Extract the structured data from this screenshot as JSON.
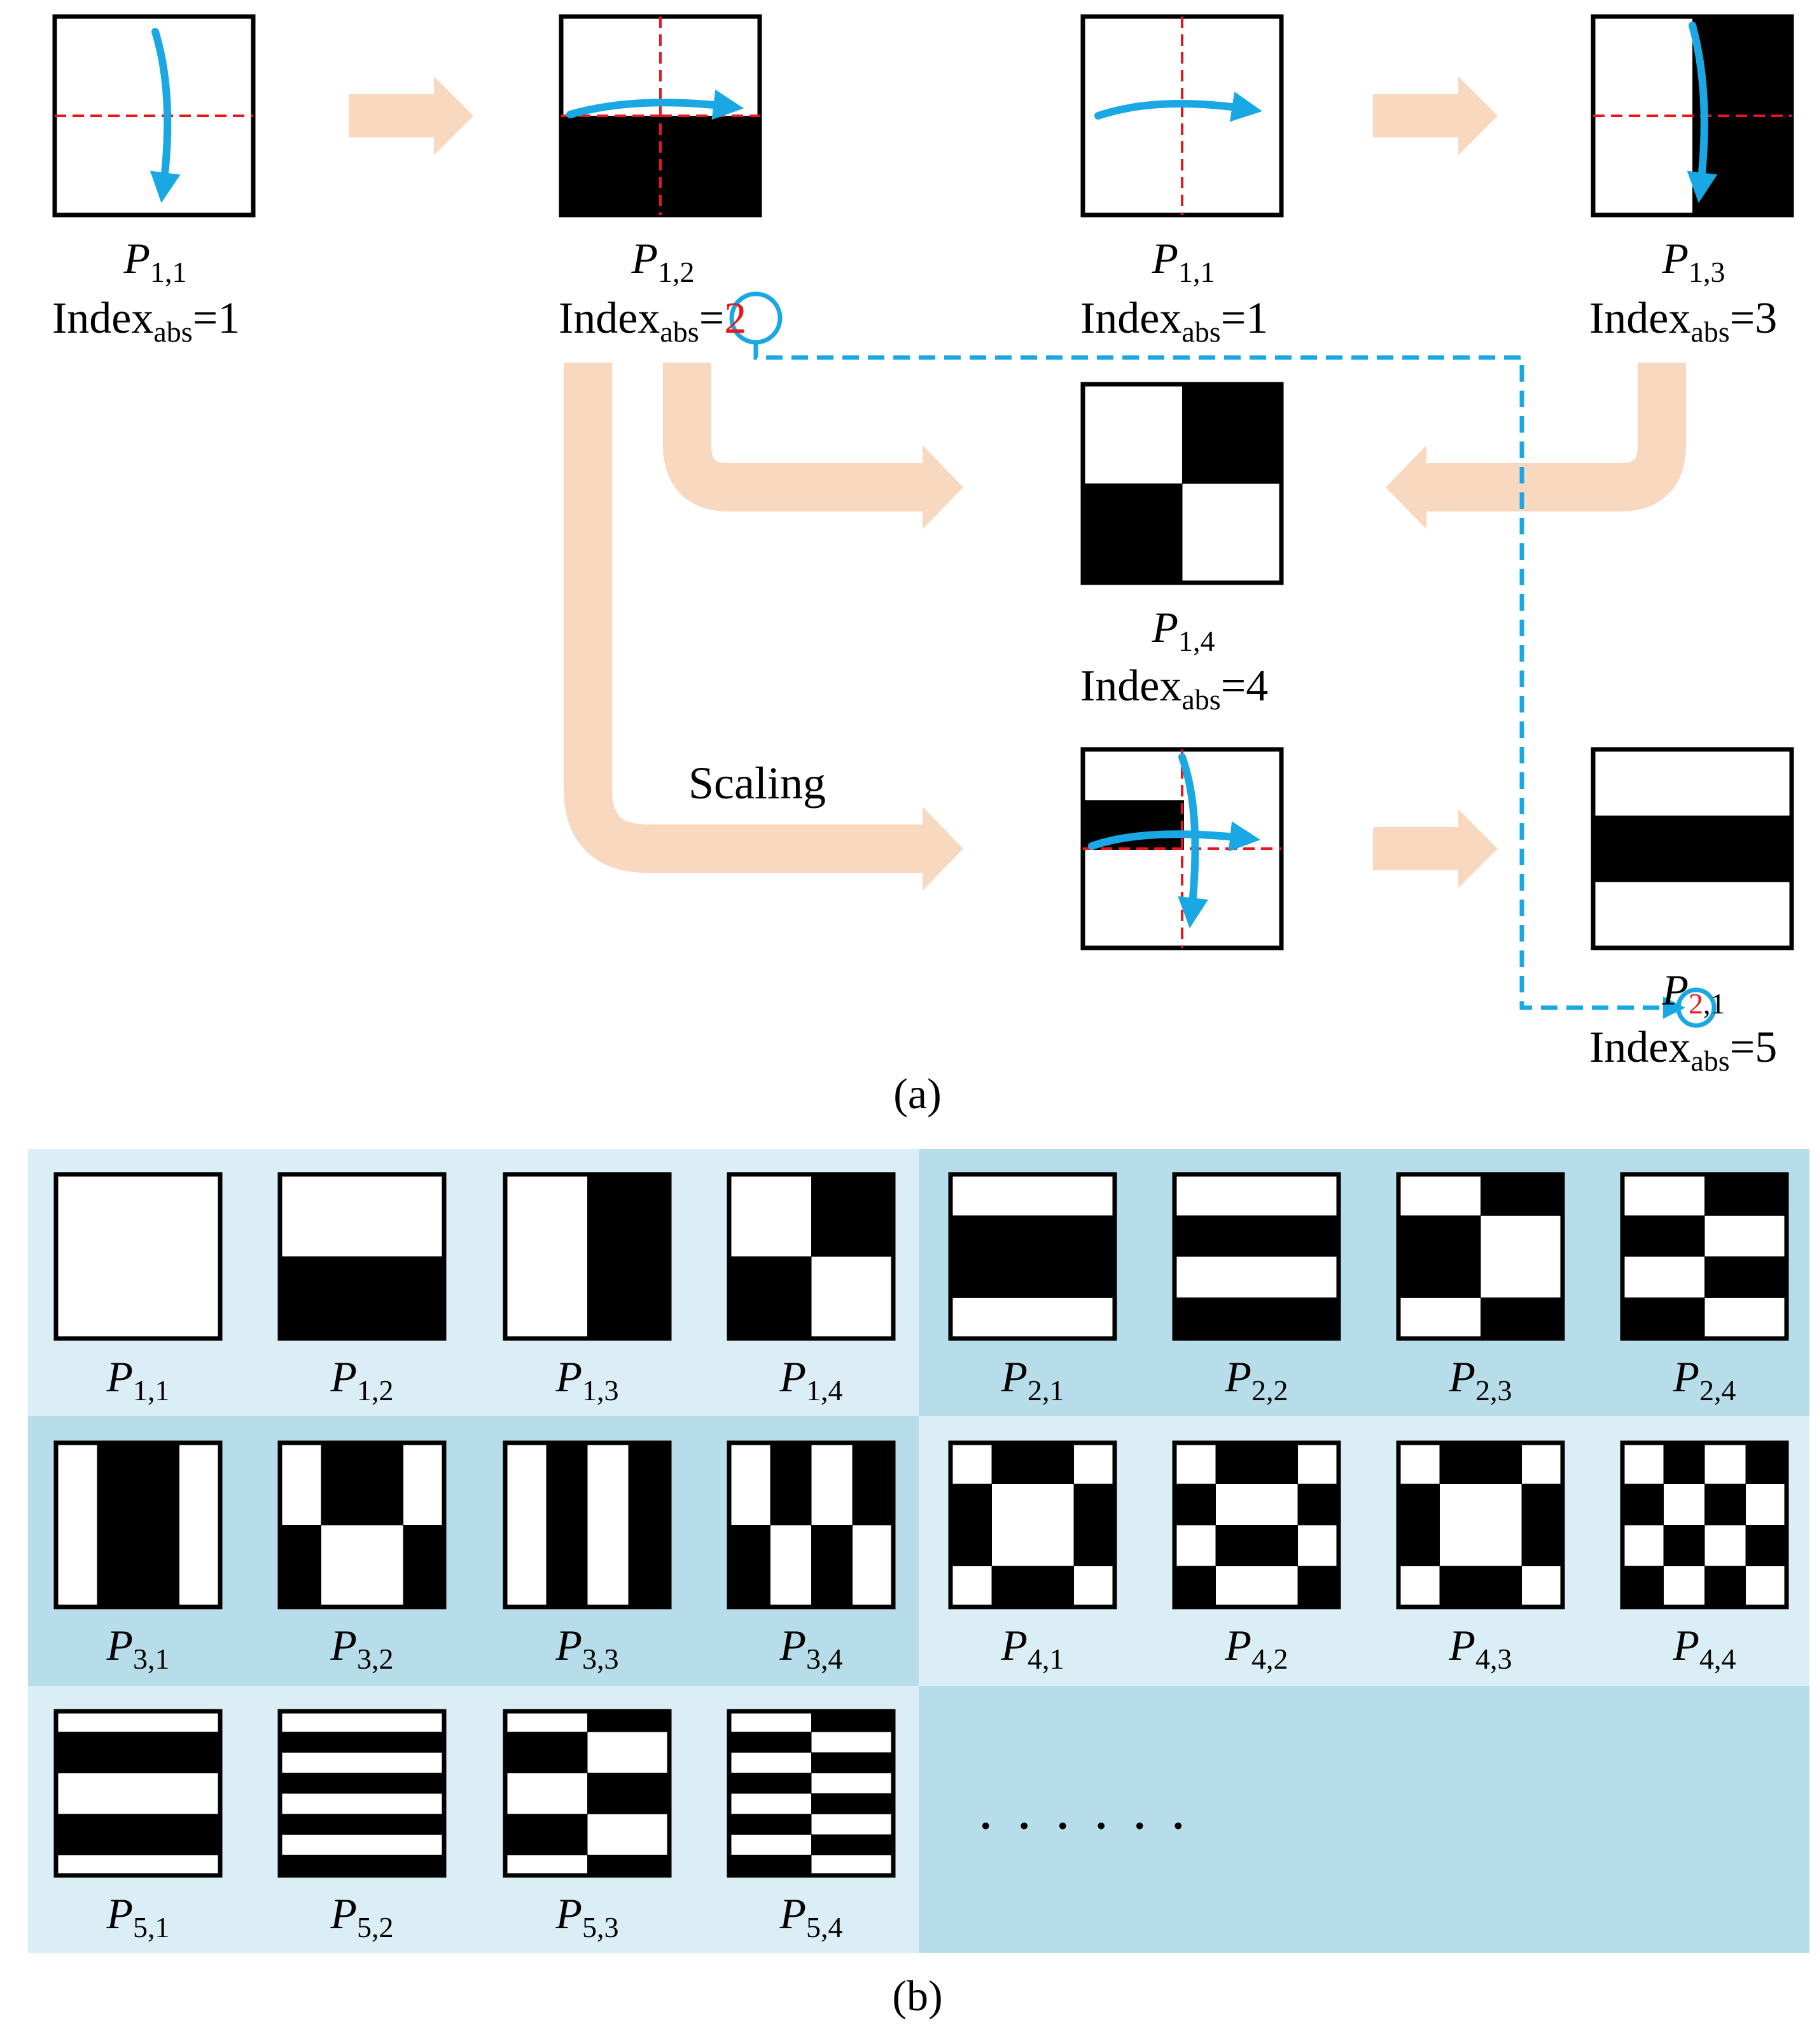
{
  "colors": {
    "flow_arrow": "#f8d8bf",
    "blue_arrow": "#19a8e4",
    "dash_red": "#e8171e",
    "panel_light": "#dbeef6",
    "panel_dark": "#b6dde9",
    "cell_black": "#000000",
    "cell_white": "#ffffff"
  },
  "part_a": {
    "caption": "(a)",
    "scaling_label": "Scaling",
    "nodes": [
      {
        "id": "a1",
        "sym": "P",
        "sub": "1,1",
        "index_prefix": "Index",
        "index_sub": "abs",
        "index_eq": "=1",
        "pattern": [
          [
            0
          ]
        ]
      },
      {
        "id": "a2",
        "sym": "P",
        "sub": "1,2",
        "index_prefix": "Index",
        "index_sub": "abs",
        "index_eq": "=",
        "index_highlight": "2",
        "pattern": [
          [
            0
          ],
          [
            1
          ]
        ]
      },
      {
        "id": "a3",
        "sym": "P",
        "sub": "1,1",
        "index_prefix": "Index",
        "index_sub": "abs",
        "index_eq": "=1",
        "pattern": [
          [
            0
          ]
        ]
      },
      {
        "id": "a4",
        "sym": "P",
        "sub": "1,3",
        "index_prefix": "Index",
        "index_sub": "abs",
        "index_eq": "=3",
        "pattern": [
          [
            0,
            1
          ]
        ]
      },
      {
        "id": "a5",
        "sym": "P",
        "sub": "1,4",
        "index_prefix": "Index",
        "index_sub": "abs",
        "index_eq": "=4",
        "pattern": [
          [
            0,
            1
          ],
          [
            1,
            0
          ]
        ]
      },
      {
        "id": "a6",
        "pattern": [
          [
            0
          ],
          [
            1
          ],
          [
            0
          ]
        ],
        "note": "scaled intermediate"
      },
      {
        "id": "a7",
        "sym": "P",
        "sub": "2,1",
        "sub_highlight": "2",
        "sub_rest": ",1",
        "index_prefix": "Index",
        "index_sub": "abs",
        "index_eq": "=5",
        "pattern": [
          [
            0
          ],
          [
            1
          ],
          [
            0
          ]
        ]
      }
    ]
  },
  "part_b": {
    "caption": "(b)",
    "ellipsis": "......",
    "patterns": [
      {
        "sym": "P",
        "sub": "1,1",
        "grid": [
          [
            0
          ]
        ]
      },
      {
        "sym": "P",
        "sub": "1,2",
        "grid": [
          [
            0
          ],
          [
            1
          ]
        ]
      },
      {
        "sym": "P",
        "sub": "1,3",
        "grid": [
          [
            0,
            1
          ]
        ]
      },
      {
        "sym": "P",
        "sub": "1,4",
        "grid": [
          [
            0,
            1
          ],
          [
            1,
            0
          ]
        ]
      },
      {
        "sym": "P",
        "sub": "2,1",
        "grid": [
          [
            0
          ],
          [
            1
          ],
          [
            1
          ],
          [
            0
          ]
        ]
      },
      {
        "sym": "P",
        "sub": "2,2",
        "grid": [
          [
            0
          ],
          [
            1
          ],
          [
            0
          ],
          [
            1
          ]
        ]
      },
      {
        "sym": "P",
        "sub": "2,3",
        "grid": [
          [
            0,
            1
          ],
          [
            1,
            0
          ],
          [
            1,
            0
          ],
          [
            0,
            1
          ]
        ]
      },
      {
        "sym": "P",
        "sub": "2,4",
        "grid": [
          [
            0,
            1
          ],
          [
            1,
            0
          ],
          [
            0,
            1
          ],
          [
            1,
            0
          ]
        ]
      },
      {
        "sym": "P",
        "sub": "3,1",
        "grid": [
          [
            0,
            1,
            1,
            0
          ]
        ]
      },
      {
        "sym": "P",
        "sub": "3,2",
        "grid": [
          [
            0,
            1,
            1,
            0
          ],
          [
            1,
            0,
            0,
            1
          ]
        ]
      },
      {
        "sym": "P",
        "sub": "3,3",
        "grid": [
          [
            0,
            1,
            0,
            1
          ]
        ]
      },
      {
        "sym": "P",
        "sub": "3,4",
        "grid": [
          [
            0,
            1,
            0,
            1
          ],
          [
            1,
            0,
            1,
            0
          ]
        ]
      },
      {
        "sym": "P",
        "sub": "4,1",
        "grid": [
          [
            0,
            1,
            1,
            0
          ],
          [
            1,
            0,
            0,
            1
          ],
          [
            1,
            0,
            0,
            1
          ],
          [
            0,
            1,
            1,
            0
          ]
        ]
      },
      {
        "sym": "P",
        "sub": "4,2",
        "grid": [
          [
            0,
            1,
            1,
            0
          ],
          [
            1,
            0,
            0,
            1
          ],
          [
            0,
            1,
            1,
            0
          ],
          [
            1,
            0,
            0,
            1
          ]
        ]
      },
      {
        "sym": "P",
        "sub": "4,3",
        "grid": [
          [
            0,
            1,
            1,
            0
          ],
          [
            1,
            0,
            0,
            1
          ],
          [
            1,
            0,
            0,
            1
          ],
          [
            0,
            1,
            1,
            0
          ]
        ],
        "alt": "cols"
      },
      {
        "sym": "P",
        "sub": "4,4",
        "grid": [
          [
            0,
            1,
            0,
            1
          ],
          [
            1,
            0,
            1,
            0
          ],
          [
            0,
            1,
            0,
            1
          ],
          [
            1,
            0,
            1,
            0
          ]
        ]
      },
      {
        "sym": "P",
        "sub": "5,1",
        "grid": [
          [
            0
          ],
          [
            1
          ],
          [
            1
          ],
          [
            0
          ],
          [
            0
          ],
          [
            1
          ],
          [
            1
          ],
          [
            0
          ]
        ]
      },
      {
        "sym": "P",
        "sub": "5,2",
        "grid": [
          [
            0
          ],
          [
            1
          ],
          [
            0
          ],
          [
            1
          ],
          [
            0
          ],
          [
            1
          ],
          [
            0
          ],
          [
            1
          ]
        ]
      },
      {
        "sym": "P",
        "sub": "5,3",
        "grid": [
          [
            0,
            1
          ],
          [
            1,
            0
          ],
          [
            1,
            0
          ],
          [
            0,
            1
          ],
          [
            0,
            1
          ],
          [
            1,
            0
          ],
          [
            1,
            0
          ],
          [
            0,
            1
          ]
        ]
      },
      {
        "sym": "P",
        "sub": "5,4",
        "grid": [
          [
            0,
            1
          ],
          [
            1,
            0
          ],
          [
            0,
            1
          ],
          [
            1,
            0
          ],
          [
            0,
            1
          ],
          [
            1,
            0
          ],
          [
            0,
            1
          ],
          [
            1,
            0
          ]
        ]
      }
    ]
  }
}
